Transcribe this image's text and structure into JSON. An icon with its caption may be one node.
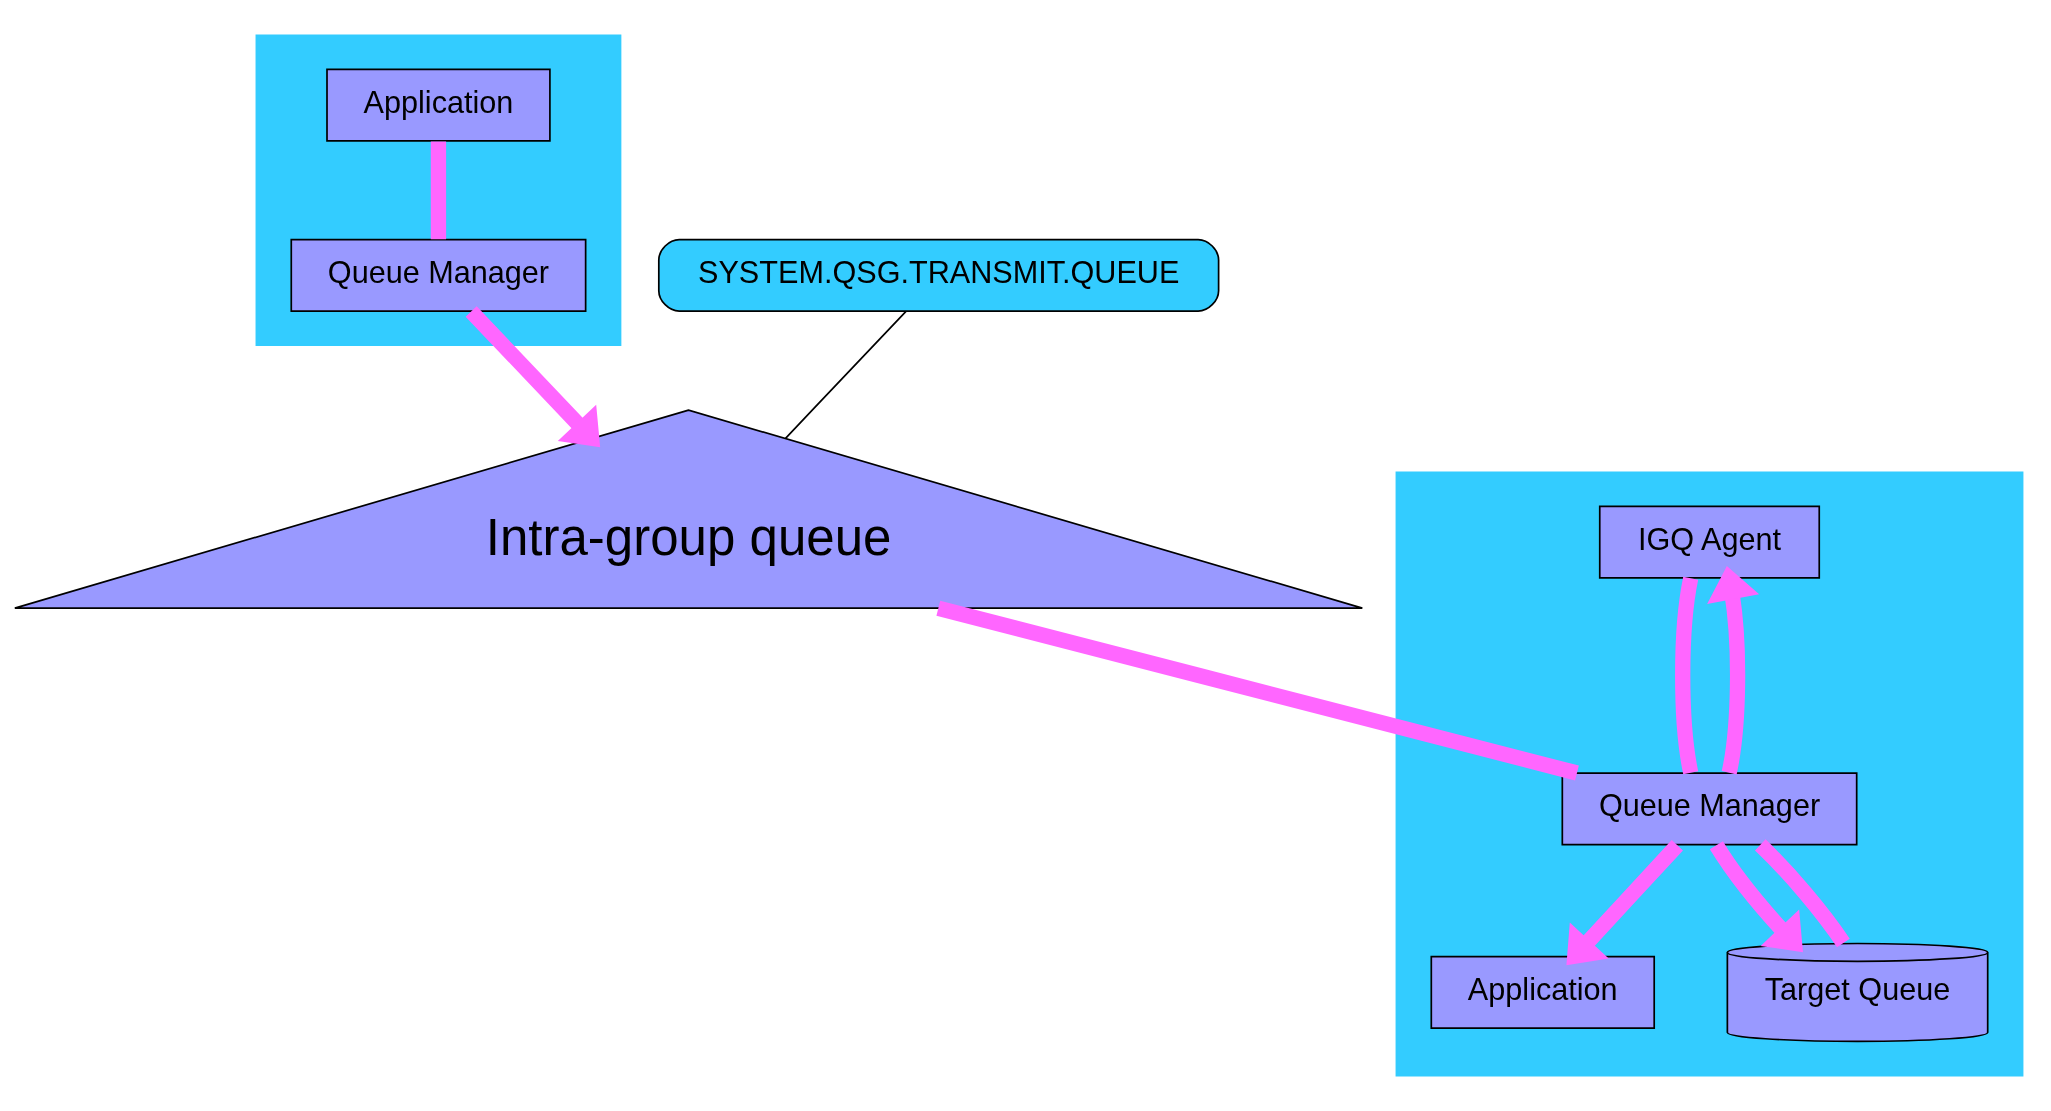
{
  "diagram": {
    "nodes": [
      {
        "text": [],
        "shape": "box"
      },
      {
        "text": [
          "Application"
        ],
        "in": 0
      },
      {
        "text": [
          "Queue Manager"
        ],
        "in": 0
      },
      {
        "text": [],
        "shape": "box"
      },
      {
        "text": [
          "IGQ Agent"
        ],
        "in": 3
      },
      {
        "text": [
          "Application"
        ],
        "in": 3
      },
      {
        "text": [
          "Queue Manager"
        ],
        "in": 3
      },
      {
        "text": [
          "Target Queue"
        ],
        "in": 3
      },
      {
        "text": [
          "Intra-group queue"
        ]
      },
      {
        "text": [
          "SYSTEM.QSG.TRANSMIT.QUEUE"
        ]
      }
    ],
    "edges": [
      {
        "from": 1,
        "to": 2,
        "arrow": "none"
      },
      {
        "from": 2,
        "to": 8,
        "arrow": "to"
      },
      {
        "from": 8,
        "to": 6,
        "arrow": "none"
      },
      {
        "from": 6,
        "to": 4,
        "arrow": "to"
      },
      {
        "from": 4,
        "to": 6,
        "arrow": "none"
      },
      {
        "from": 6,
        "to": 7,
        "arrow": "to"
      },
      {
        "from": 7,
        "to": 6,
        "arrow": "none"
      },
      {
        "from": 6,
        "to": 5,
        "arrow": "to"
      },
      {
        "from": 9,
        "to": 8,
        "arrow": "none",
        "color": "#000000"
      }
    ]
  }
}
